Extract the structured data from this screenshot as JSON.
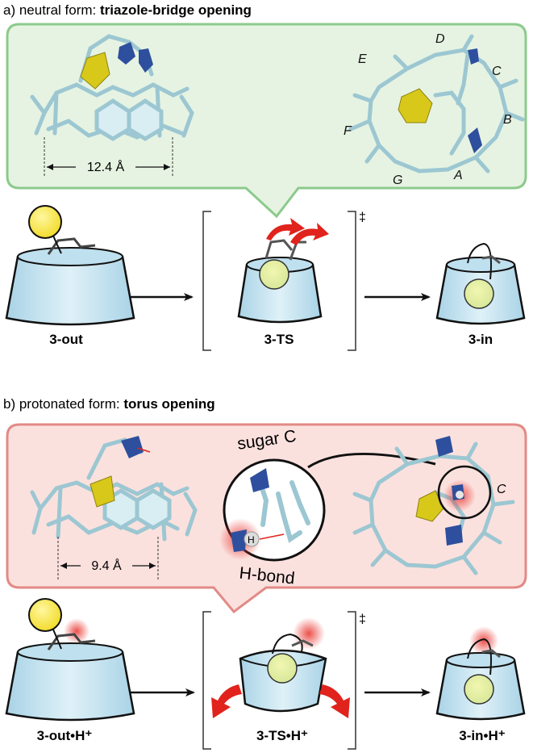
{
  "panel_a": {
    "heading_prefix": "a) neutral form: ",
    "heading_bold": "triazole-bridge opening",
    "measurement": "12.4 Å",
    "sugar_letters": [
      "D",
      "E",
      "C",
      "B",
      "F",
      "A",
      "G"
    ],
    "labels": {
      "left": "3-out",
      "middle": "3-TS",
      "right": "3-in"
    },
    "ts_mark": "‡"
  },
  "panel_b": {
    "heading_prefix": "b) protonated form: ",
    "heading_bold": "torus opening",
    "measurement": "9.4 Å",
    "zoom_top_label": "sugar C",
    "zoom_bottom_label": "H-bond",
    "atom_label": "H",
    "sugar_letter": "C",
    "labels": {
      "left": "3-out•H⁺",
      "middle": "3-TS•H⁺",
      "right": "3-in•H⁺"
    },
    "ts_mark": "‡"
  },
  "colors": {
    "panel_a_bg": "#e6f3e2",
    "panel_a_border": "#8cca8c",
    "panel_b_bg": "#fbe1de",
    "panel_b_border": "#e28a86",
    "cyclodextrin_fill": "#cfe9f4",
    "cyclodextrin_stroke": "#111111",
    "guest_ball": "#f7e84a",
    "molecule_stick": "#a9d3dc",
    "nitrogen_blue": "#2e4f9e",
    "guest_yellow": "#d8c81a",
    "arrow_red": "#e0231c",
    "proton_glow": "#e8322c"
  }
}
